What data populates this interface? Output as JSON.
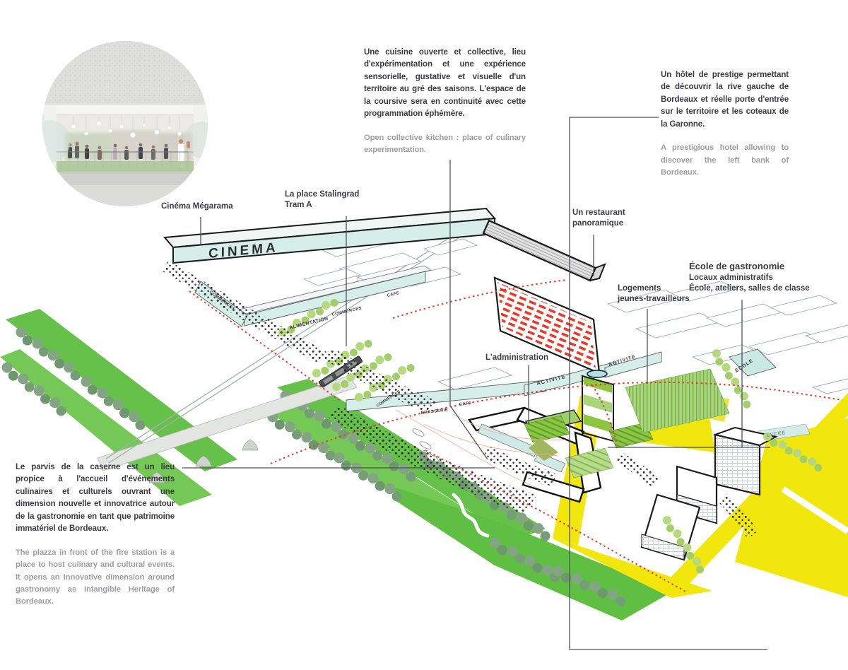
{
  "annotations": {
    "kitchen": {
      "fr": "Une cuisine ouverte et collective, lieu d'expérimentation et une expérience sensorielle, gustative et visuelle d'un territoire au gré des saisons. L'espace de la coursive sera en continuité avec cette programmation éphémère.",
      "en": "Open collective kitchen : place of culinary experimentation."
    },
    "hotel": {
      "fr": "Un hôtel de prestige permettant de découvrir la rive gauche de Bordeaux et réelle porte d'entrée sur le territoire et les coteaux de la Garonne.",
      "en": "A prestigious hotel allowing to discover the left bank of Bordeaux."
    },
    "parvis": {
      "fr": "Le parvis de la caserne est un lieu propice à l'accueil d'événements culinaires et culturels ouvrant une dimension nouvelle et innovatrice autour de la gastronomie en tant que patrimoine immatériel de Bordeaux.",
      "en": "The plazza in front of the fire station is a place to host culinary and cultural events. it opens an innovative dimension around gastronomy as Intangible Heritage of Bordeaux."
    }
  },
  "labels": {
    "cinema": "Cinéma Mégarama",
    "stalingrad_line1": "La place Stalingrad",
    "stalingrad_line2": "Tram A",
    "restaurant_line1": "Un restaurant",
    "restaurant_line2": "panoramique",
    "logements_line1": "Logements",
    "logements_line2": "jeunes-travailleurs",
    "administration": "L'administration",
    "ecole_title": "École de gastronomie",
    "ecole_line2": "Locaux administratifs",
    "ecole_line3": "École, ateliers, salles de classe"
  },
  "map_labels": {
    "cinema": "CINEMA",
    "commerces_wing": "COMMERCES",
    "alimentation": "ALIMENTATION",
    "commerces": "COMMERCES",
    "cafe_1": "CAFE",
    "commerces_lower": "COMMERCES",
    "brasserie": "BRASSERIE",
    "cafe_2": "CAFE",
    "activite_1": "ACTIVITE",
    "activite_2": "ACTIVITE",
    "ecole": "ECOLE",
    "lycee": "LYCEE"
  },
  "colors": {
    "accent_red": "#e8392b",
    "accent_yellow": "#f2e70c",
    "accent_green": "#66c14a",
    "accent_cyan": "#d6eee8",
    "text_dark": "#3b3b45",
    "text_gray": "#9d9da5"
  }
}
